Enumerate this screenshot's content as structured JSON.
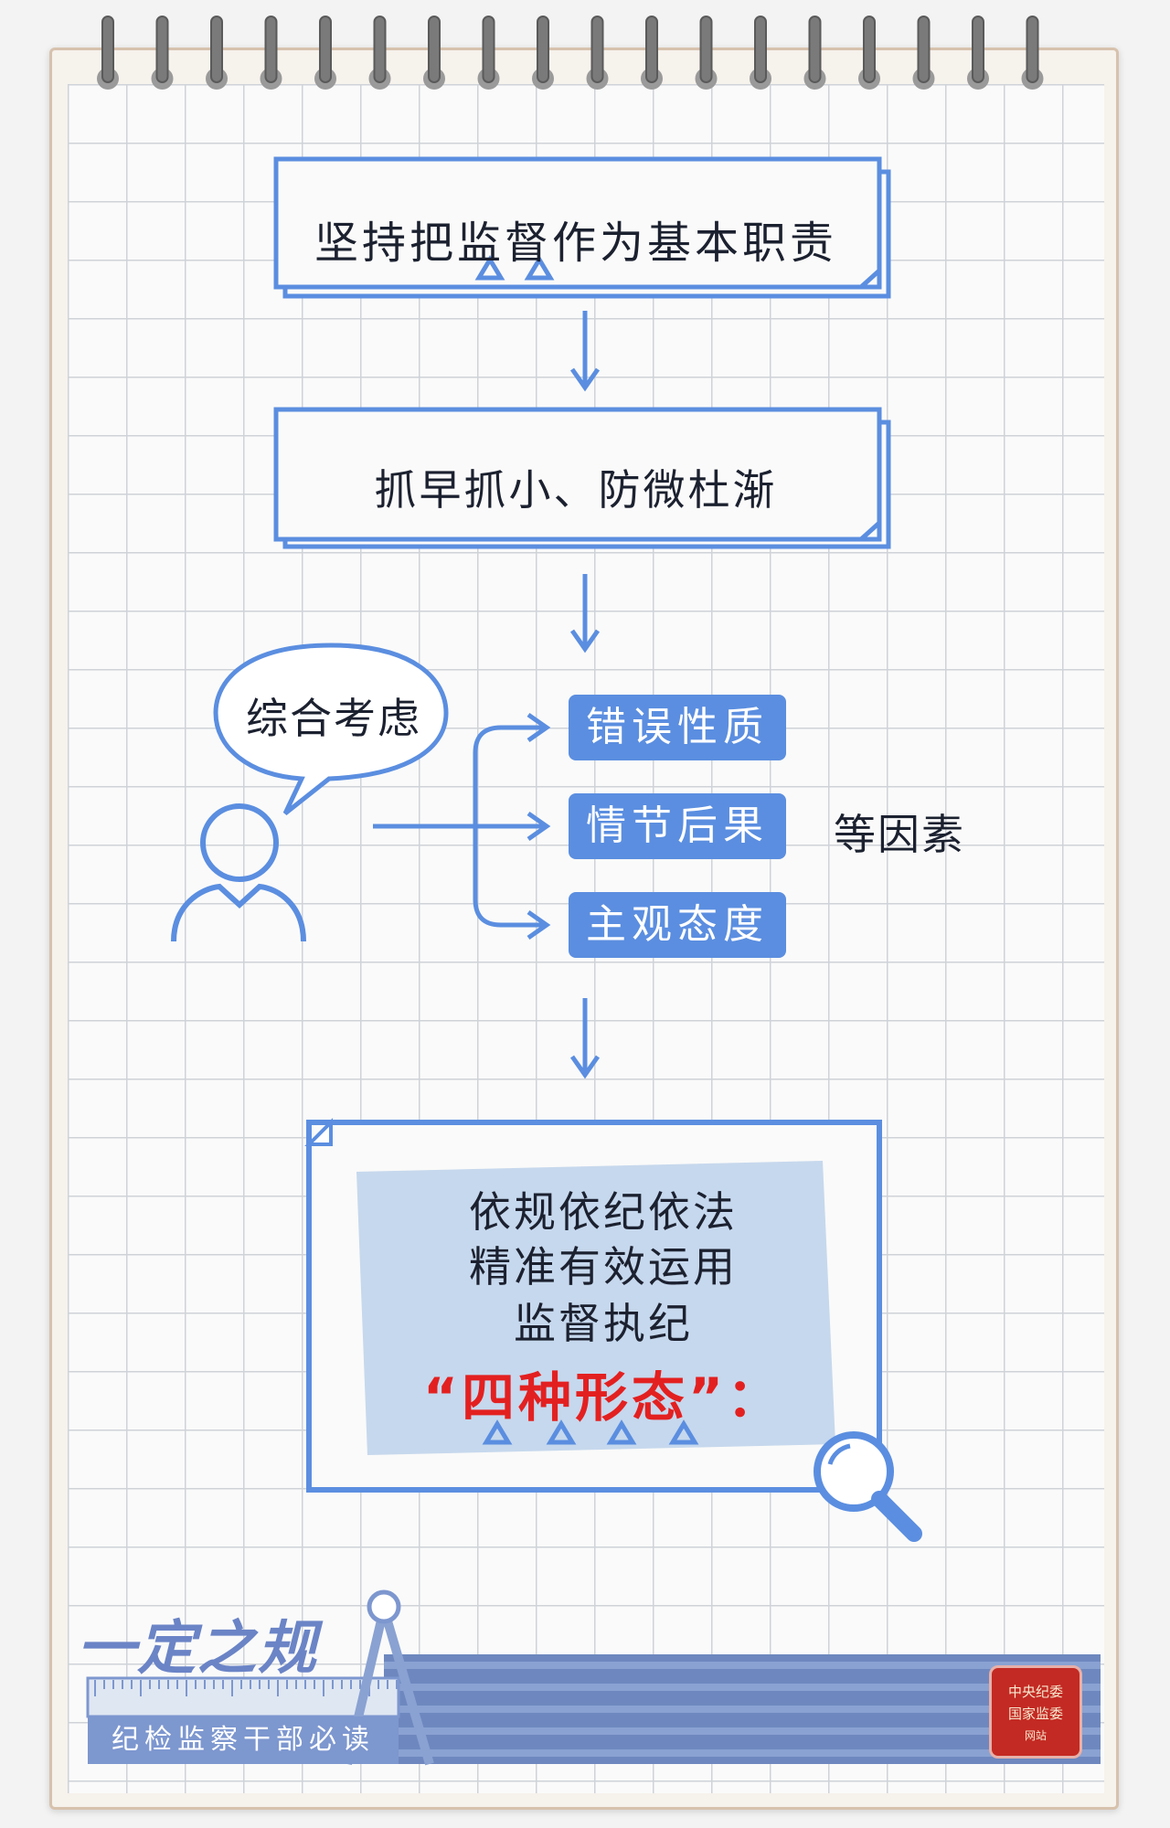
{
  "flow": {
    "step1": "坚持把监督作为基本职责",
    "step2": "抓早抓小、防微杜渐",
    "bubble": "综合考虑",
    "factors": [
      "错误性质",
      "情节后果",
      "主观态度"
    ],
    "factors_suffix": "等因素",
    "final_lines": [
      "依规依纪依法",
      "精准有效运用",
      "监督执纪"
    ],
    "highlight": "“四种形态”："
  },
  "footer": {
    "logo_title": "一定之规",
    "logo_subtitle": "纪检监察干部必读",
    "seal_lines": [
      "中央纪委",
      "国家监委",
      "网站"
    ]
  },
  "colors": {
    "blue": "#5b8ee0",
    "red": "#e32020"
  }
}
